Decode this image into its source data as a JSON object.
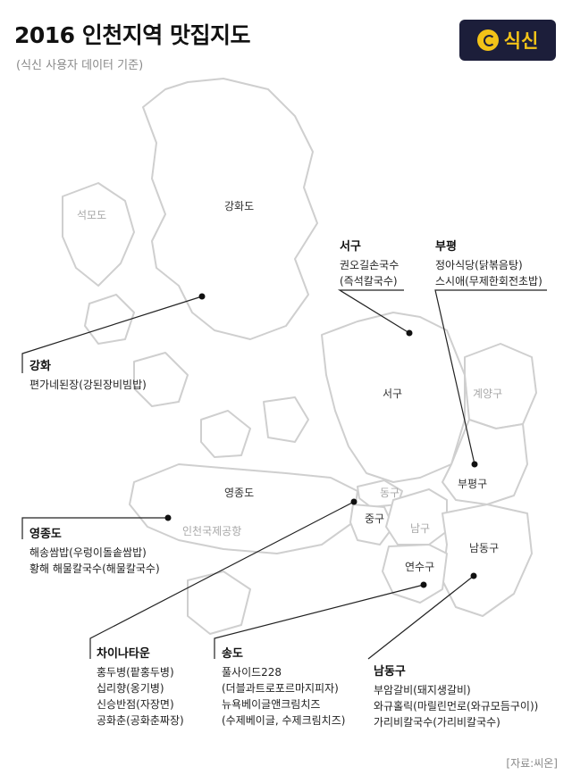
{
  "title": "2016 인천지역 맛집지도",
  "subtitle": "(식신 사용자 데이터 기준)",
  "logo_text": "식신",
  "source": "[자료:씨온]",
  "regions": {
    "seokmodo": "석모도",
    "ganghwado": "강화도",
    "seogu": "서구",
    "gyeyanggu": "계양구",
    "bupyeonggu": "부평구",
    "yeongjongdo": "영종도",
    "airport": "인천국제공항",
    "donggu": "동구",
    "junggu": "중구",
    "namgu": "남구",
    "namdonggu": "남동구",
    "yeonsugu": "연수구"
  },
  "callouts": {
    "ganghwa": {
      "head": "강화",
      "items": [
        "편가네된장(강된장비빔밥)"
      ]
    },
    "yeongjong": {
      "head": "영종도",
      "items": [
        "해송쌈밥(우렁이돌솥쌈밥)",
        "황해 해물칼국수(해물칼국수)"
      ]
    },
    "seogu": {
      "head": "서구",
      "items": [
        "권오길손국수",
        "(즉석칼국수)"
      ]
    },
    "bupyeong": {
      "head": "부평",
      "items": [
        "정아식당(닭볶음탕)",
        "스시애(무제한회전초밥)"
      ]
    },
    "chinatown": {
      "head": "차이나타운",
      "items": [
        "홍두병(팥홍두병)",
        "십리향(옹기병)",
        "신승반점(자장면)",
        "공화춘(공화춘짜장)"
      ]
    },
    "songdo": {
      "head": "송도",
      "items": [
        "풀사이드228",
        "(더블과트로포르마지피자)",
        "뉴욕베이글앤크림치즈",
        "(수제베이글, 수제크림치즈)"
      ]
    },
    "namdong": {
      "head": "남동구",
      "items": [
        "부암갈비(돼지생갈비)",
        "와규홀릭(마릴린먼로(와규모듬구이))",
        "가리비칼국수(가리비칼국수)"
      ]
    }
  }
}
